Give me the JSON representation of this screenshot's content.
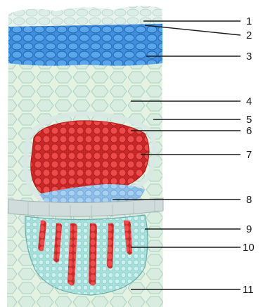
{
  "figure": {
    "labels": [
      {
        "id": "label-1",
        "text": "1"
      },
      {
        "id": "label-2",
        "text": "2"
      },
      {
        "id": "label-3",
        "text": "3"
      },
      {
        "id": "label-4",
        "text": "4"
      },
      {
        "id": "label-5",
        "text": "5"
      },
      {
        "id": "label-6",
        "text": "6"
      },
      {
        "id": "label-7",
        "text": "7"
      },
      {
        "id": "label-8",
        "text": "8"
      },
      {
        "id": "label-9",
        "text": "9"
      },
      {
        "id": "label-10",
        "text": "10"
      },
      {
        "id": "label-11",
        "text": "11"
      }
    ],
    "colors": {
      "cortex": "#dff0df",
      "cortex_cell_line": "#a8cfc0",
      "epidermis_blue": "#3d8fdc",
      "epidermis_cell_line": "#1f5fae",
      "sclerenchyma_red": "#e03c3c",
      "phloem_blue": "#9cc7ec",
      "xylem_teal": "#bfe9e6",
      "xylem_red": "#e23b3b",
      "cambium_gray": "#cfd8d8"
    }
  }
}
